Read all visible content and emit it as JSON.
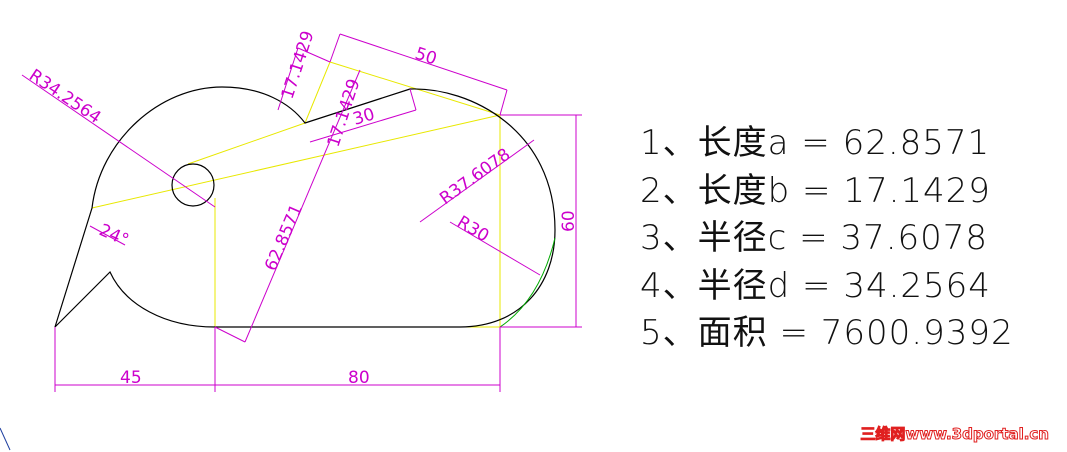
{
  "drawing": {
    "dimensions": {
      "radius_left": "R34.2564",
      "radius_right": "R37.6078",
      "radius_small": "R30",
      "angle": "24°",
      "len_b_top": "17.1429",
      "len_b_mid": "17.1429",
      "len_slot": "30",
      "len_top": "50",
      "len_a": "62.8571",
      "height": "60",
      "bottom_left": "45",
      "bottom_right": "80"
    },
    "colors": {
      "outline": "#000000",
      "construction": "#ffff00",
      "dimension": "#cc00cc",
      "arc_highlight": "#00aa00"
    }
  },
  "results": [
    "1、长度a = 62.8571",
    "2、长度b = 17.1429",
    "3、半径c = 37.6078",
    "4、半径d = 34.2564",
    "5、面积 = 7600.9392"
  ],
  "watermark": "三维网www.3dportal.cn"
}
